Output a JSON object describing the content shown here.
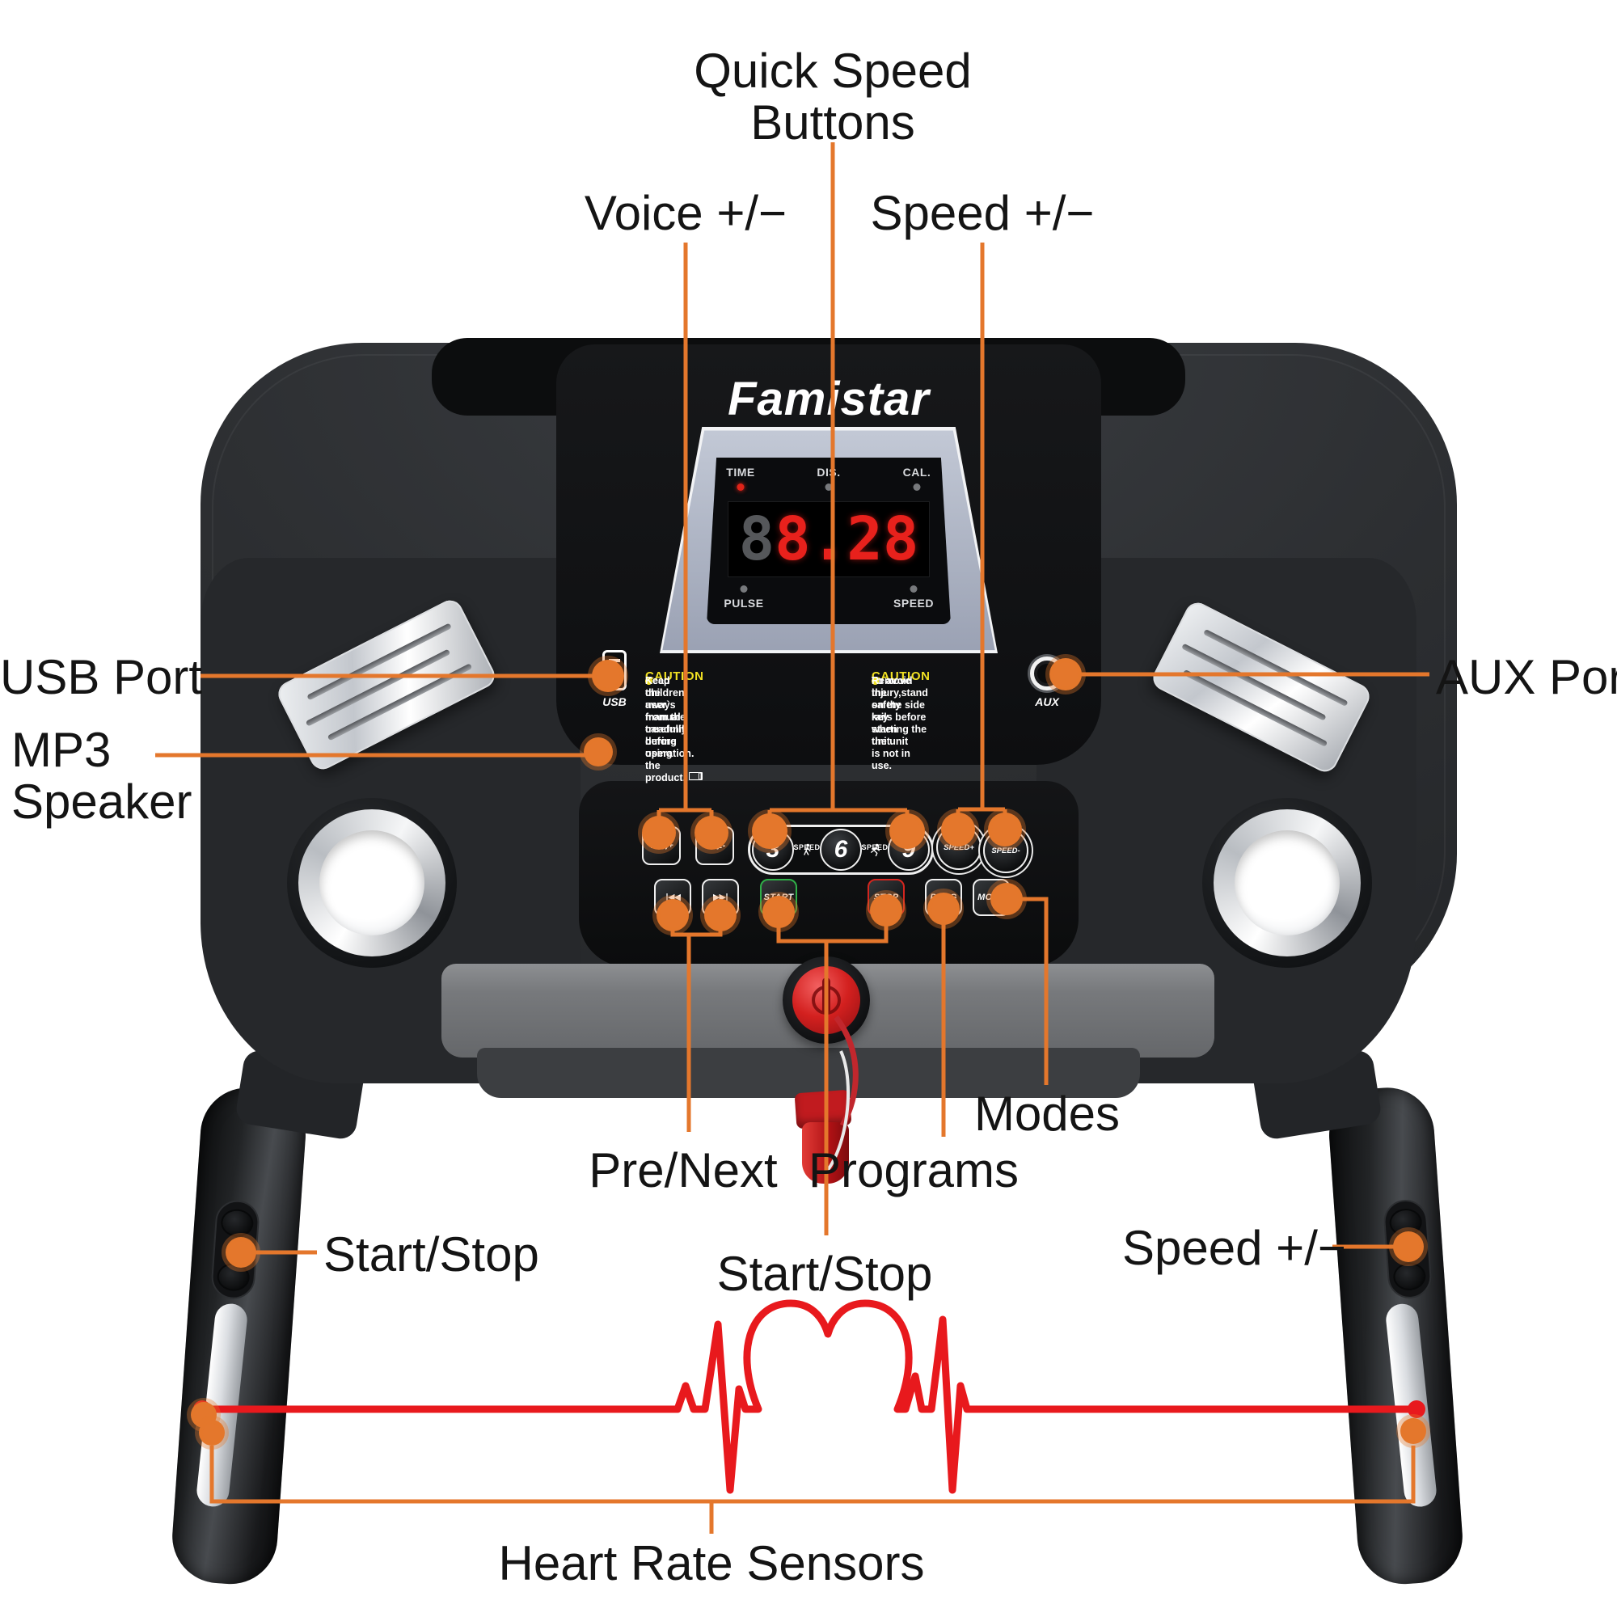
{
  "brand": {
    "logo": "Famistar"
  },
  "colors": {
    "callout_orange": "#E4772C",
    "ecg_red": "#E8191D",
    "caution_yellow": "#F2E223",
    "led_red": "#E8211C"
  },
  "callouts": {
    "quick_speed_line1": "Quick Speed",
    "quick_speed_line2": "Buttons",
    "voice": "Voice +/−",
    "speed_top": "Speed +/−",
    "usb_port": "USB Port",
    "aux_port": "AUX Port",
    "mp3_line1": "MP3",
    "mp3_line2": "Speaker",
    "pre_next": "Pre/Next",
    "programs": "Programs",
    "modes": "Modes",
    "start_stop_center": "Start/Stop",
    "start_stop_left": "Start/Stop",
    "speed_right": "Speed +/−",
    "heart_rate": "Heart Rate Sensors"
  },
  "display": {
    "top_labels": [
      "TIME",
      "DIS.",
      "CAL."
    ],
    "bottom_labels": [
      "PULSE",
      "SPEED"
    ],
    "value_dim": "8",
    "value_lit": "8.28"
  },
  "cautions": {
    "left": {
      "title": "CAUTION",
      "items": [
        "Read the user`s manual carefully before using the product.",
        "Keep children away from the treadmill during operation."
      ]
    },
    "right": {
      "title": "CAUTION",
      "items": [
        "To avoid injury,stand on the side rails before starting the unit.",
        "Remove the safety key when the unit is not in use."
      ]
    }
  },
  "ports": {
    "usb": "USB",
    "aux": "AUX"
  },
  "buttons": {
    "vol_plus": "VOL+",
    "vol_minus": "VOL-",
    "vol_plus_icon": "◀))",
    "vol_minus_icon": "◀)",
    "quick_3": "3",
    "quick_6": "6",
    "quick_9": "9",
    "speed_between": "SPEED",
    "speed_plus": "SPEED+",
    "speed_minus": "SPEED-",
    "prev_icon": "|◀◀",
    "next_icon": "▶▶|",
    "start": "START",
    "stop": "STOP",
    "prog": "PROG",
    "mode": "MODE"
  }
}
